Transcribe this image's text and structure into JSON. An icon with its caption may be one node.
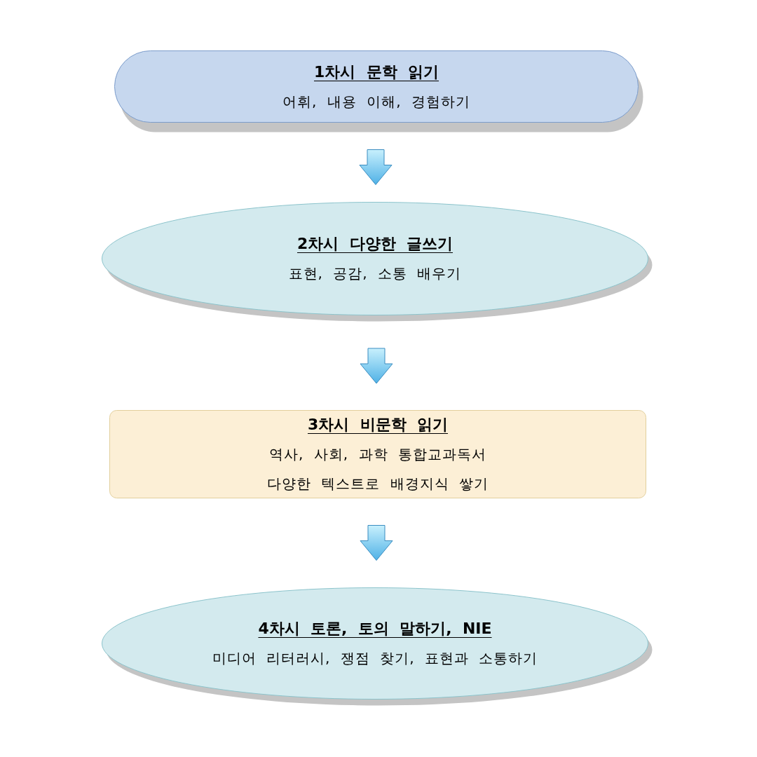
{
  "diagram": {
    "nodes": [
      {
        "text": [
          "1차시 문학 읽기",
          "어휘, 내용 이해, 경험하기"
        ]
      },
      {
        "text": [
          "2차시 다양한 글쓰기",
          "표현, 공감, 소통 배우기"
        ]
      },
      {
        "text": [
          "3차시 비문학 읽기",
          "역사, 사회, 과학 통합교과독서",
          "다양한 텍스트로 배경지식 쌓기"
        ]
      },
      {
        "text": [
          "4차시 토론, 토의 말하기, NIE",
          "미디어 리터러시, 쟁점 찾기, 표현과 소통하기"
        ]
      }
    ],
    "edges": [
      {
        "from": 0,
        "to": 1,
        "arrow": "to"
      },
      {
        "from": 1,
        "to": 2,
        "arrow": "to"
      },
      {
        "from": 2,
        "to": 3,
        "arrow": "to"
      }
    ]
  }
}
